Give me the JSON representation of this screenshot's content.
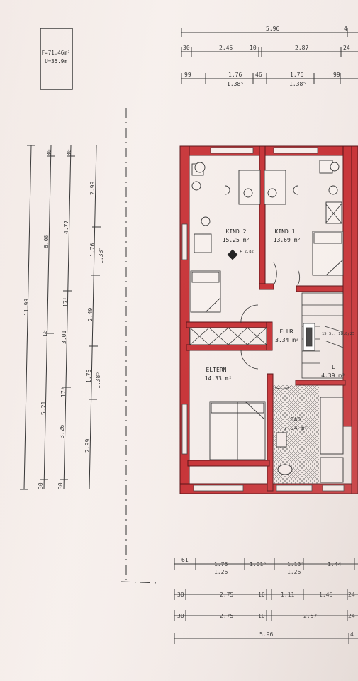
{
  "info_box": {
    "area": "F=71.46m²",
    "perimeter": "U=35.9m"
  },
  "top_dims": {
    "total": "5.96",
    "total_end": "4",
    "row2": [
      "30",
      "2.45",
      "10",
      "2.87",
      "24"
    ],
    "row3": [
      "99",
      "1.76",
      "46",
      "1.76",
      "99"
    ],
    "row3_sub": [
      "1.38⁵",
      "1.38⁵"
    ]
  },
  "left_dims": {
    "outer_total": "11.99",
    "col2_top": "30",
    "col2_mid": "6.08",
    "col2_split": "10",
    "col2_low": "5.21",
    "col2_bot": "30",
    "col3_top": "30",
    "col3_a": "4.77",
    "col3_b": "17⁵",
    "col3_c": "3.01",
    "col3_d": "17⁵",
    "col3_e": "3.26",
    "col3_bot": "30",
    "col4_a": "2.99",
    "col4_b": "1.76",
    "col4_b2": "1.38⁵",
    "col4_c": "2.49",
    "col4_d": "1.76",
    "col4_d2": "1.38⁵",
    "col4_e": "2.99"
  },
  "rooms": {
    "kind2": {
      "name": "KIND 2",
      "area": "15.25 m²"
    },
    "kind1": {
      "name": "KIND 1",
      "area": "13.69 m²"
    },
    "flur": {
      "name": "FLUR",
      "area": "3.34 m²"
    },
    "eltern": {
      "name": "ELTERN",
      "area": "14.33 m²"
    },
    "bad": {
      "name": "BAD",
      "area": "7.94 m²"
    },
    "tl": {
      "name": "TL",
      "area": "4.39 m²"
    },
    "level_mark": "+ 2.82",
    "stair_note": "15 St.\n18.8/25"
  },
  "bottom_dims": {
    "row1": [
      "61",
      "1.76",
      "1.01⁵",
      "1.13⁵",
      "1.44"
    ],
    "row1_sub": [
      "1.26",
      "1.26"
    ],
    "row2": [
      "30",
      "2.75",
      "10",
      "1.11",
      "1.46",
      "24"
    ],
    "row3": [
      "30",
      "2.75",
      "10",
      "2.57",
      "24"
    ],
    "total": "5.96",
    "total_end": "4"
  },
  "colors": {
    "wall": "#c8363a",
    "wall_dark": "#7a1e22",
    "line": "#3a3a3a"
  }
}
